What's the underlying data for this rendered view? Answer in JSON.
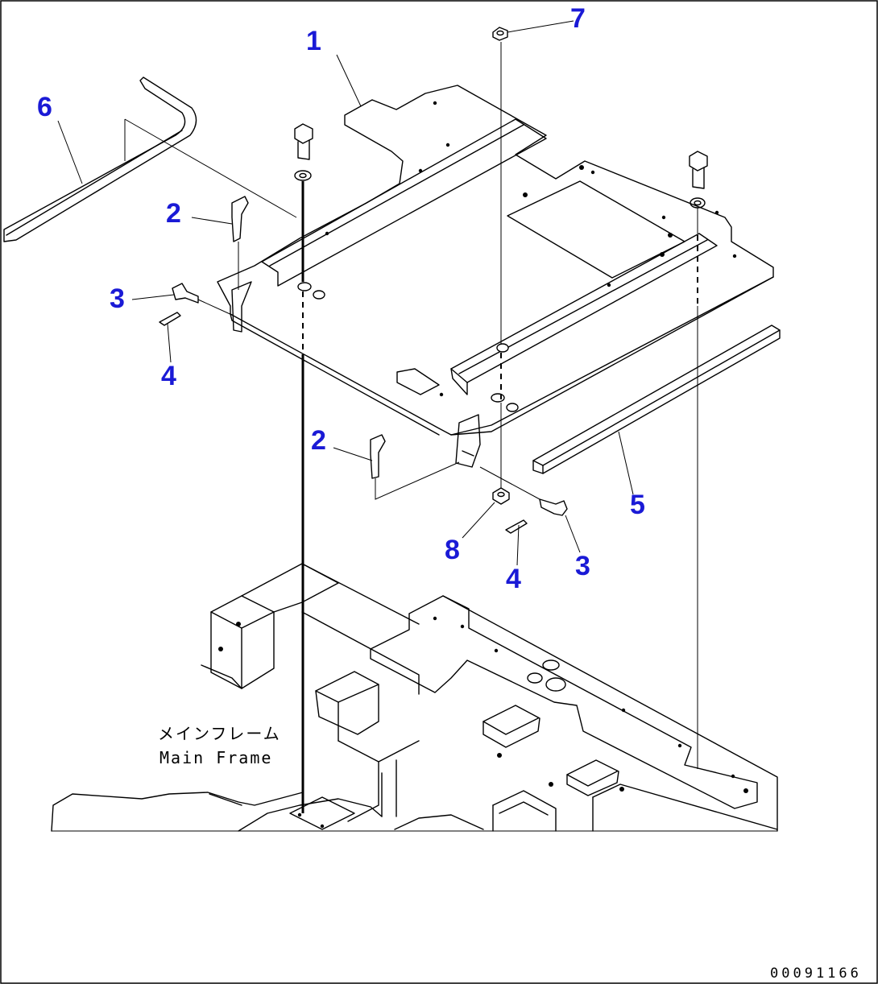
{
  "callouts": {
    "c1": "1",
    "c2a": "2",
    "c2b": "2",
    "c3a": "3",
    "c3b": "3",
    "c4a": "4",
    "c4b": "4",
    "c5": "5",
    "c6": "6",
    "c7": "7",
    "c8": "8"
  },
  "frame_label": {
    "jp": "メインフレーム",
    "en": "Main Frame"
  },
  "drawing_code": "00091166",
  "colors": {
    "callout": "#1a1ad6",
    "line": "#000000",
    "background": "#ffffff"
  }
}
